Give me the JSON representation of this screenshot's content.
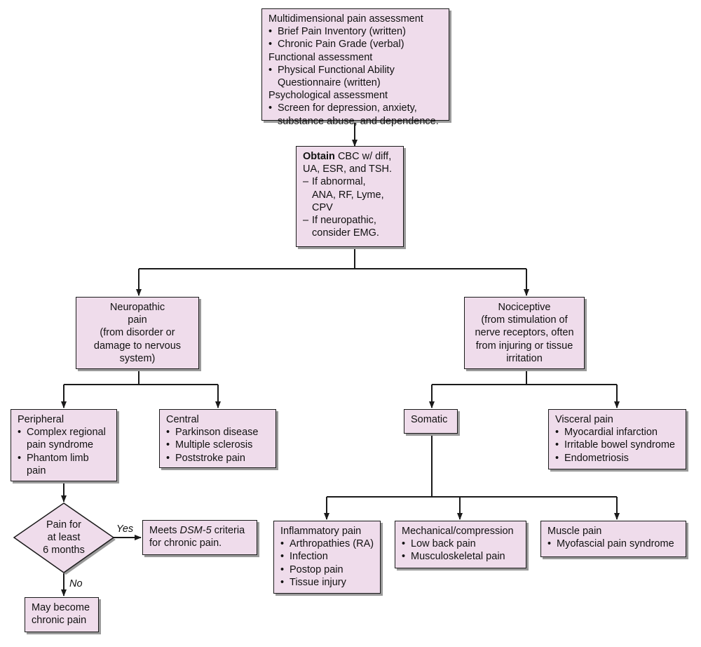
{
  "colors": {
    "box_fill": "#efdceb",
    "stroke": "#1a1a1a",
    "shadow": "#9a9a9a"
  },
  "assessment": {
    "heading1": "Multidimensional pain assessment",
    "items1": [
      "Brief Pain Inventory (written)",
      "Chronic Pain Grade (verbal)"
    ],
    "heading2": "Functional assessment",
    "item2_line1": "Physical Functional Ability",
    "item2_line2": "Questionnaire (written)",
    "heading3": "Psychological assessment",
    "item3_line1": "Screen for depression, anxiety,",
    "item3_line2": "substance abuse, and dependence."
  },
  "labs": {
    "bold_word": "Obtain",
    "line1_rest": " CBC w/ diff,",
    "line2": "UA, ESR, and TSH.",
    "abnormal_line1": "If abnormal,",
    "abnormal_line2": "ANA, RF, Lyme,",
    "abnormal_line3": "CPV",
    "neuro_line1": "If neuropathic,",
    "neuro_line2": "consider EMG."
  },
  "neuropathic": {
    "lines": [
      "Neuropathic",
      "pain",
      "(from disorder or",
      "damage to nervous",
      "system)"
    ]
  },
  "nociceptive": {
    "lines": [
      "Nociceptive",
      "(from stimulation of",
      "nerve receptors, often",
      "from injuring or tissue",
      "irritation"
    ]
  },
  "peripheral": {
    "title": "Peripheral",
    "item1_line1": "Complex regional",
    "item1_line2": "pain syndrome",
    "item2_line1": "Phantom limb",
    "item2_line2": "pain"
  },
  "central": {
    "title": "Central",
    "items": [
      "Parkinson disease",
      "Multiple sclerosis",
      "Poststroke pain"
    ]
  },
  "somatic": {
    "title": "Somatic"
  },
  "visceral": {
    "title": "Visceral pain",
    "items": [
      "Myocardial infarction",
      "Irritable bowel syndrome",
      "Endometriosis"
    ]
  },
  "decision": {
    "lines": [
      "Pain for",
      "at least",
      "6 months"
    ],
    "yes_label": "Yes",
    "no_label": "No"
  },
  "meets": {
    "pre": "Meets ",
    "italic": "DSM-5",
    "post": " criteria",
    "line2": "for chronic pain."
  },
  "may_become": {
    "lines": [
      "May become",
      "chronic pain"
    ]
  },
  "inflammatory": {
    "title": "Inflammatory pain",
    "items": [
      "Arthropathies (RA)",
      "Infection",
      "Postop pain",
      "Tissue injury"
    ]
  },
  "mechanical": {
    "title": "Mechanical/compression",
    "items": [
      "Low back pain",
      "Musculoskeletal pain"
    ]
  },
  "muscle": {
    "title": "Muscle pain",
    "items": [
      "Myofascial pain syndrome"
    ]
  }
}
